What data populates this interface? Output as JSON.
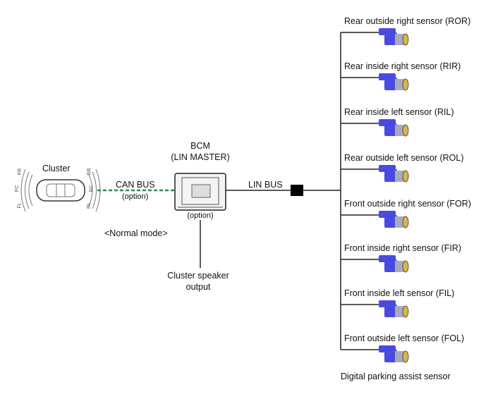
{
  "cluster": {
    "label": "Cluster",
    "zones": [
      "FR",
      "FC",
      "FL",
      "RR",
      "RC",
      "RL"
    ]
  },
  "can_bus": {
    "label": "CAN BUS",
    "note": "(option)",
    "color": "#2e8b57"
  },
  "bcm": {
    "title": "BCM",
    "subtitle": "(LIN MASTER)",
    "note": "(option)"
  },
  "mode": "<Normal mode>",
  "speaker": {
    "line1": "Cluster speaker",
    "line2": "output"
  },
  "lin_bus": {
    "label": "LIN BUS"
  },
  "sensors": [
    {
      "label": "Rear outside right sensor (ROR)"
    },
    {
      "label": "Rear inside right sensor (RIR)"
    },
    {
      "label": "Rear inside left sensor (RIL)"
    },
    {
      "label": "Rear outside left sensor (ROL)"
    },
    {
      "label": "Front outside right sensor (FOR)"
    },
    {
      "label": "Front inside right sensor (FIR)"
    },
    {
      "label": "Front inside left sensor (FIL)"
    },
    {
      "label": "Front outside left sensor (FOL)"
    }
  ],
  "sensor_group_label": "Digital parking assist sensor",
  "colors": {
    "sensor_body": "#4a4ae0",
    "sensor_lens": "#d9b54a"
  }
}
